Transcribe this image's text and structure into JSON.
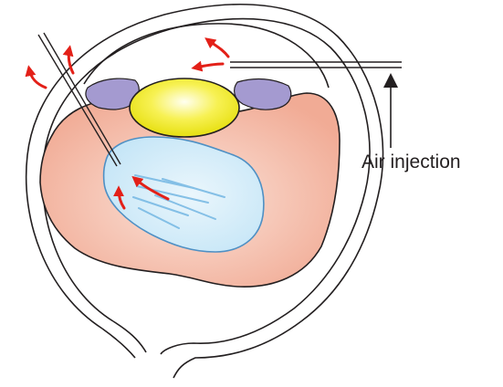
{
  "annotations": {
    "air_injection": "Air injection"
  },
  "colors": {
    "outline": "#231f20",
    "vitreous_fill": "#f3b9a5",
    "bubble_fill": "#d9eef9",
    "bubble_outline": "#4e90c4",
    "lens_fill": "#f3ee2e",
    "iris_fill": "#a49ad0",
    "flow_arrow": "#e32018",
    "streak": "#74b7e3"
  },
  "icons": {
    "flow": "curved-red-arrow",
    "pointer": "black-up-arrow"
  }
}
